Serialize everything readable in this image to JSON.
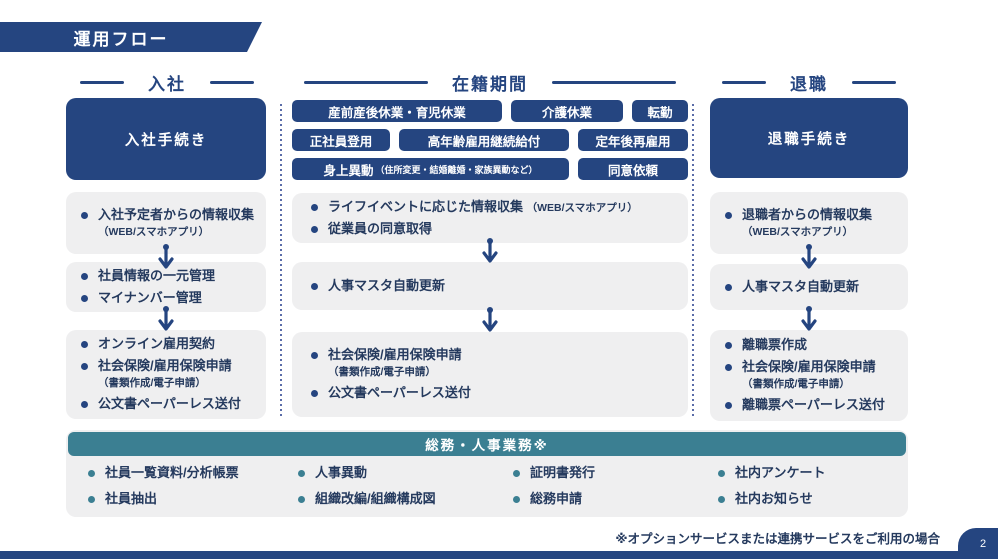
{
  "colors": {
    "navy": "#254580",
    "teal": "#3B7F92",
    "gray": "#EFEFF0",
    "text": "#253A5E",
    "dotted": "#5A6CA8"
  },
  "title": {
    "banner": "運用フロー"
  },
  "flow": {
    "columns": [
      {
        "header": "入社",
        "head_box": "入社手続き",
        "steps": [
          {
            "items": [
              {
                "text": "入社予定者からの情報収集",
                "sub": "（WEB/スマホアプリ）"
              }
            ]
          },
          {
            "items": [
              {
                "text": "社員情報の一元管理"
              },
              {
                "text": "マイナンバー管理"
              }
            ]
          },
          {
            "items": [
              {
                "text": "オンライン雇用契約"
              },
              {
                "text": "社会保険/雇用保険申請",
                "sub": "（書類作成/電子申請）"
              },
              {
                "text": "公文書ペーパーレス送付"
              }
            ]
          }
        ]
      },
      {
        "header": "在籍期間",
        "tags": {
          "row1": [
            {
              "label": "産前産後休業・育児休業"
            },
            {
              "label": "介護休業"
            },
            {
              "label": "転勤"
            }
          ],
          "row2": [
            {
              "label": "正社員登用"
            },
            {
              "label": "高年齢雇用継続給付"
            },
            {
              "label": "定年後再雇用"
            }
          ],
          "row3": [
            {
              "label": "身上異動",
              "note": "（住所変更・結婚離婚・家族異動など）"
            },
            {
              "label": "同意依頼"
            }
          ]
        },
        "steps": [
          {
            "items": [
              {
                "text": "ライフイベントに応じた情報収集",
                "inline_sub": "（WEB/スマホアプリ）"
              },
              {
                "text": "従業員の同意取得"
              }
            ]
          },
          {
            "items": [
              {
                "text": "人事マスタ自動更新"
              }
            ]
          },
          {
            "items": [
              {
                "text": "社会保険/雇用保険申請",
                "sub": "（書類作成/電子申請）"
              },
              {
                "text": "公文書ペーパーレス送付"
              }
            ]
          }
        ]
      },
      {
        "header": "退職",
        "head_box": "退職手続き",
        "steps": [
          {
            "items": [
              {
                "text": "退職者からの情報収集",
                "sub": "（WEB/スマホアプリ）"
              }
            ]
          },
          {
            "items": [
              {
                "text": "人事マスタ自動更新"
              }
            ]
          },
          {
            "items": [
              {
                "text": "離職票作成"
              },
              {
                "text": "社会保険/雇用保険申請",
                "sub": "（書類作成/電子申請）"
              },
              {
                "text": "離職票ペーパーレス送付"
              }
            ]
          }
        ]
      }
    ]
  },
  "general_affairs": {
    "banner": "総務・人事業務※",
    "columns": [
      {
        "items": [
          "社員一覧資料/分析帳票",
          "社員抽出"
        ]
      },
      {
        "items": [
          "人事異動",
          "組織改編/組織構成図"
        ]
      },
      {
        "items": [
          "証明書発行",
          "総務申請"
        ]
      },
      {
        "items": [
          "社内アンケート",
          "社内お知らせ"
        ]
      }
    ]
  },
  "footer": {
    "note": "※オプションサービスまたは連携サービスをご利用の場合",
    "page_number": "2"
  }
}
